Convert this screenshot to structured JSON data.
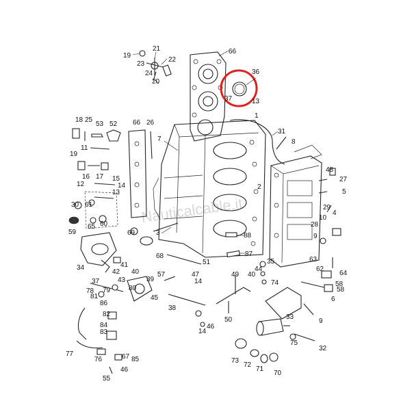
{
  "watermark": "Nauticalcable.it",
  "highlight_color": "#e0201b",
  "highlight_target": "36",
  "callouts": [
    "19",
    "21",
    "22",
    "23",
    "24",
    "20",
    "66",
    "36",
    "37",
    "13",
    "18",
    "25",
    "53",
    "52",
    "66",
    "26",
    "7",
    "31",
    "1",
    "8",
    "11",
    "19",
    "16",
    "17",
    "15",
    "12",
    "14",
    "13",
    "30",
    "61",
    "60",
    "65",
    "59",
    "69",
    "68",
    "3",
    "48",
    "27",
    "5",
    "2",
    "29",
    "10",
    "4",
    "28",
    "9",
    "88",
    "87",
    "62",
    "64",
    "58",
    "6",
    "63",
    "34",
    "41",
    "42",
    "43",
    "37",
    "79",
    "40",
    "39",
    "57",
    "47",
    "14",
    "51",
    "35",
    "44",
    "49",
    "40",
    "78",
    "81",
    "86",
    "80",
    "45",
    "38",
    "74",
    "82",
    "84",
    "83",
    "50",
    "46",
    "14",
    "33",
    "9",
    "77",
    "76",
    "55",
    "85",
    "46",
    "73",
    "72",
    "71",
    "70",
    "75",
    "32",
    "67",
    "58"
  ]
}
